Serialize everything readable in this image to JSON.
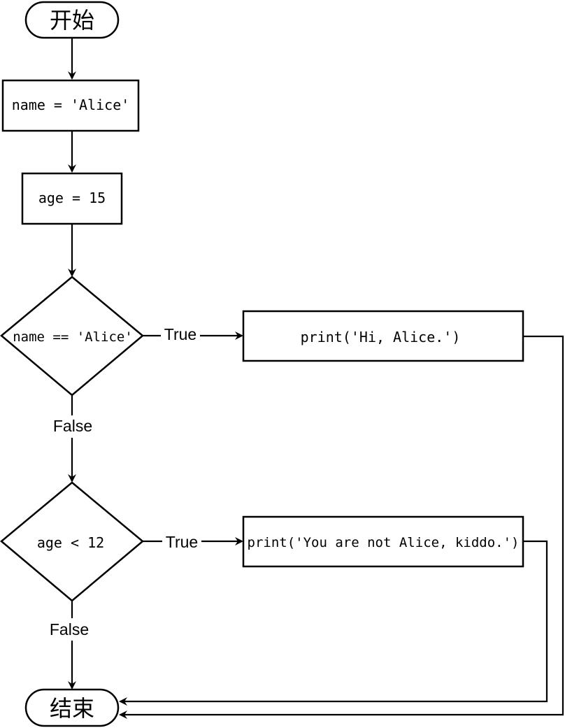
{
  "diagram": {
    "type": "flowchart",
    "nodes": {
      "start": {
        "kind": "terminal",
        "text": "开始"
      },
      "assign_name": {
        "kind": "process",
        "text": "name = 'Alice'"
      },
      "assign_age": {
        "kind": "process",
        "text": "age = 15"
      },
      "cond_name": {
        "kind": "decision",
        "text": "name == 'Alice'"
      },
      "print_hi": {
        "kind": "process",
        "text": "print('Hi, Alice.')"
      },
      "cond_age": {
        "kind": "decision",
        "text": "age < 12"
      },
      "print_kiddo": {
        "kind": "process",
        "text": "print('You are not Alice, kiddo.')"
      },
      "end": {
        "kind": "terminal",
        "text": "结束"
      }
    },
    "edges": [
      {
        "from": "start",
        "to": "assign_name",
        "label": ""
      },
      {
        "from": "assign_name",
        "to": "assign_age",
        "label": ""
      },
      {
        "from": "assign_age",
        "to": "cond_name",
        "label": ""
      },
      {
        "from": "cond_name",
        "to": "print_hi",
        "label": "True"
      },
      {
        "from": "cond_name",
        "to": "cond_age",
        "label": "False"
      },
      {
        "from": "cond_age",
        "to": "print_kiddo",
        "label": "True"
      },
      {
        "from": "cond_age",
        "to": "end",
        "label": "False"
      },
      {
        "from": "print_kiddo",
        "to": "end",
        "label": ""
      },
      {
        "from": "print_hi",
        "to": "end",
        "label": ""
      }
    ]
  }
}
